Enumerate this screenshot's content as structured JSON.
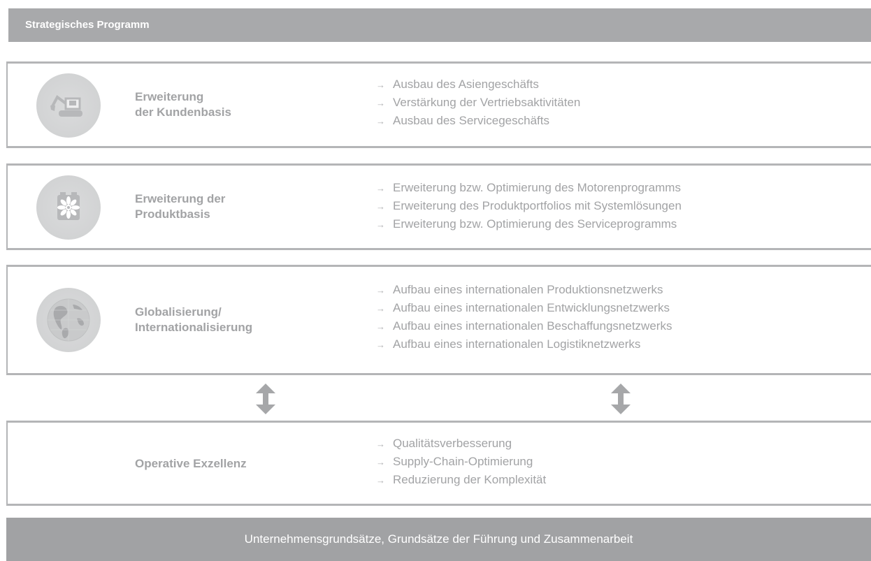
{
  "header": {
    "title": "Strategisches Programm"
  },
  "panels": [
    {
      "icon": "excavator-icon",
      "title_lines": [
        "Erweiterung",
        "der Kundenbasis"
      ],
      "bullets": [
        "Ausbau des Asiengeschäfts",
        "Verstärkung der Vertriebsaktivitäten",
        "Ausbau des Servicegeschäfts"
      ]
    },
    {
      "icon": "engine-fan-icon",
      "title_lines": [
        "Erweiterung der",
        "Produktbasis"
      ],
      "bullets": [
        "Erweiterung bzw. Optimierung des Motorenprogramms",
        "Erweiterung des Produktportfolios mit Systemlösungen",
        "Erweiterung bzw. Optimierung des Serviceprogramms"
      ]
    },
    {
      "icon": "globe-icon",
      "title_lines": [
        "Globalisierung/",
        "Internationalisierung"
      ],
      "bullets": [
        "Aufbau eines internationalen Produktionsnetzwerks",
        "Aufbau eines internationalen Entwicklungsnetzwerks",
        "Aufbau eines internationalen Beschaffungsnetzwerks",
        "Aufbau eines internationalen Logistiknetzwerks"
      ]
    },
    {
      "title_lines": [
        "Operative Exzellenz"
      ],
      "bullets": [
        "Qualitätsverbesserung",
        "Supply-Chain-Optimierung",
        "Reduzierung der Komplexität"
      ]
    }
  ],
  "arrow_glyph": "→",
  "connectors": [
    "double-arrow-icon",
    "double-arrow-icon"
  ],
  "footer": {
    "text": "Unternehmensgrundsätze, Grundsätze der Führung und Zusammenarbeit"
  },
  "colors": {
    "header_bg": "#a8a9ab",
    "footer_bg": "#a1a2a4",
    "text": "#a2a3a5",
    "border": "#b4b5b7",
    "icon_bg": "#d2d3d4"
  }
}
